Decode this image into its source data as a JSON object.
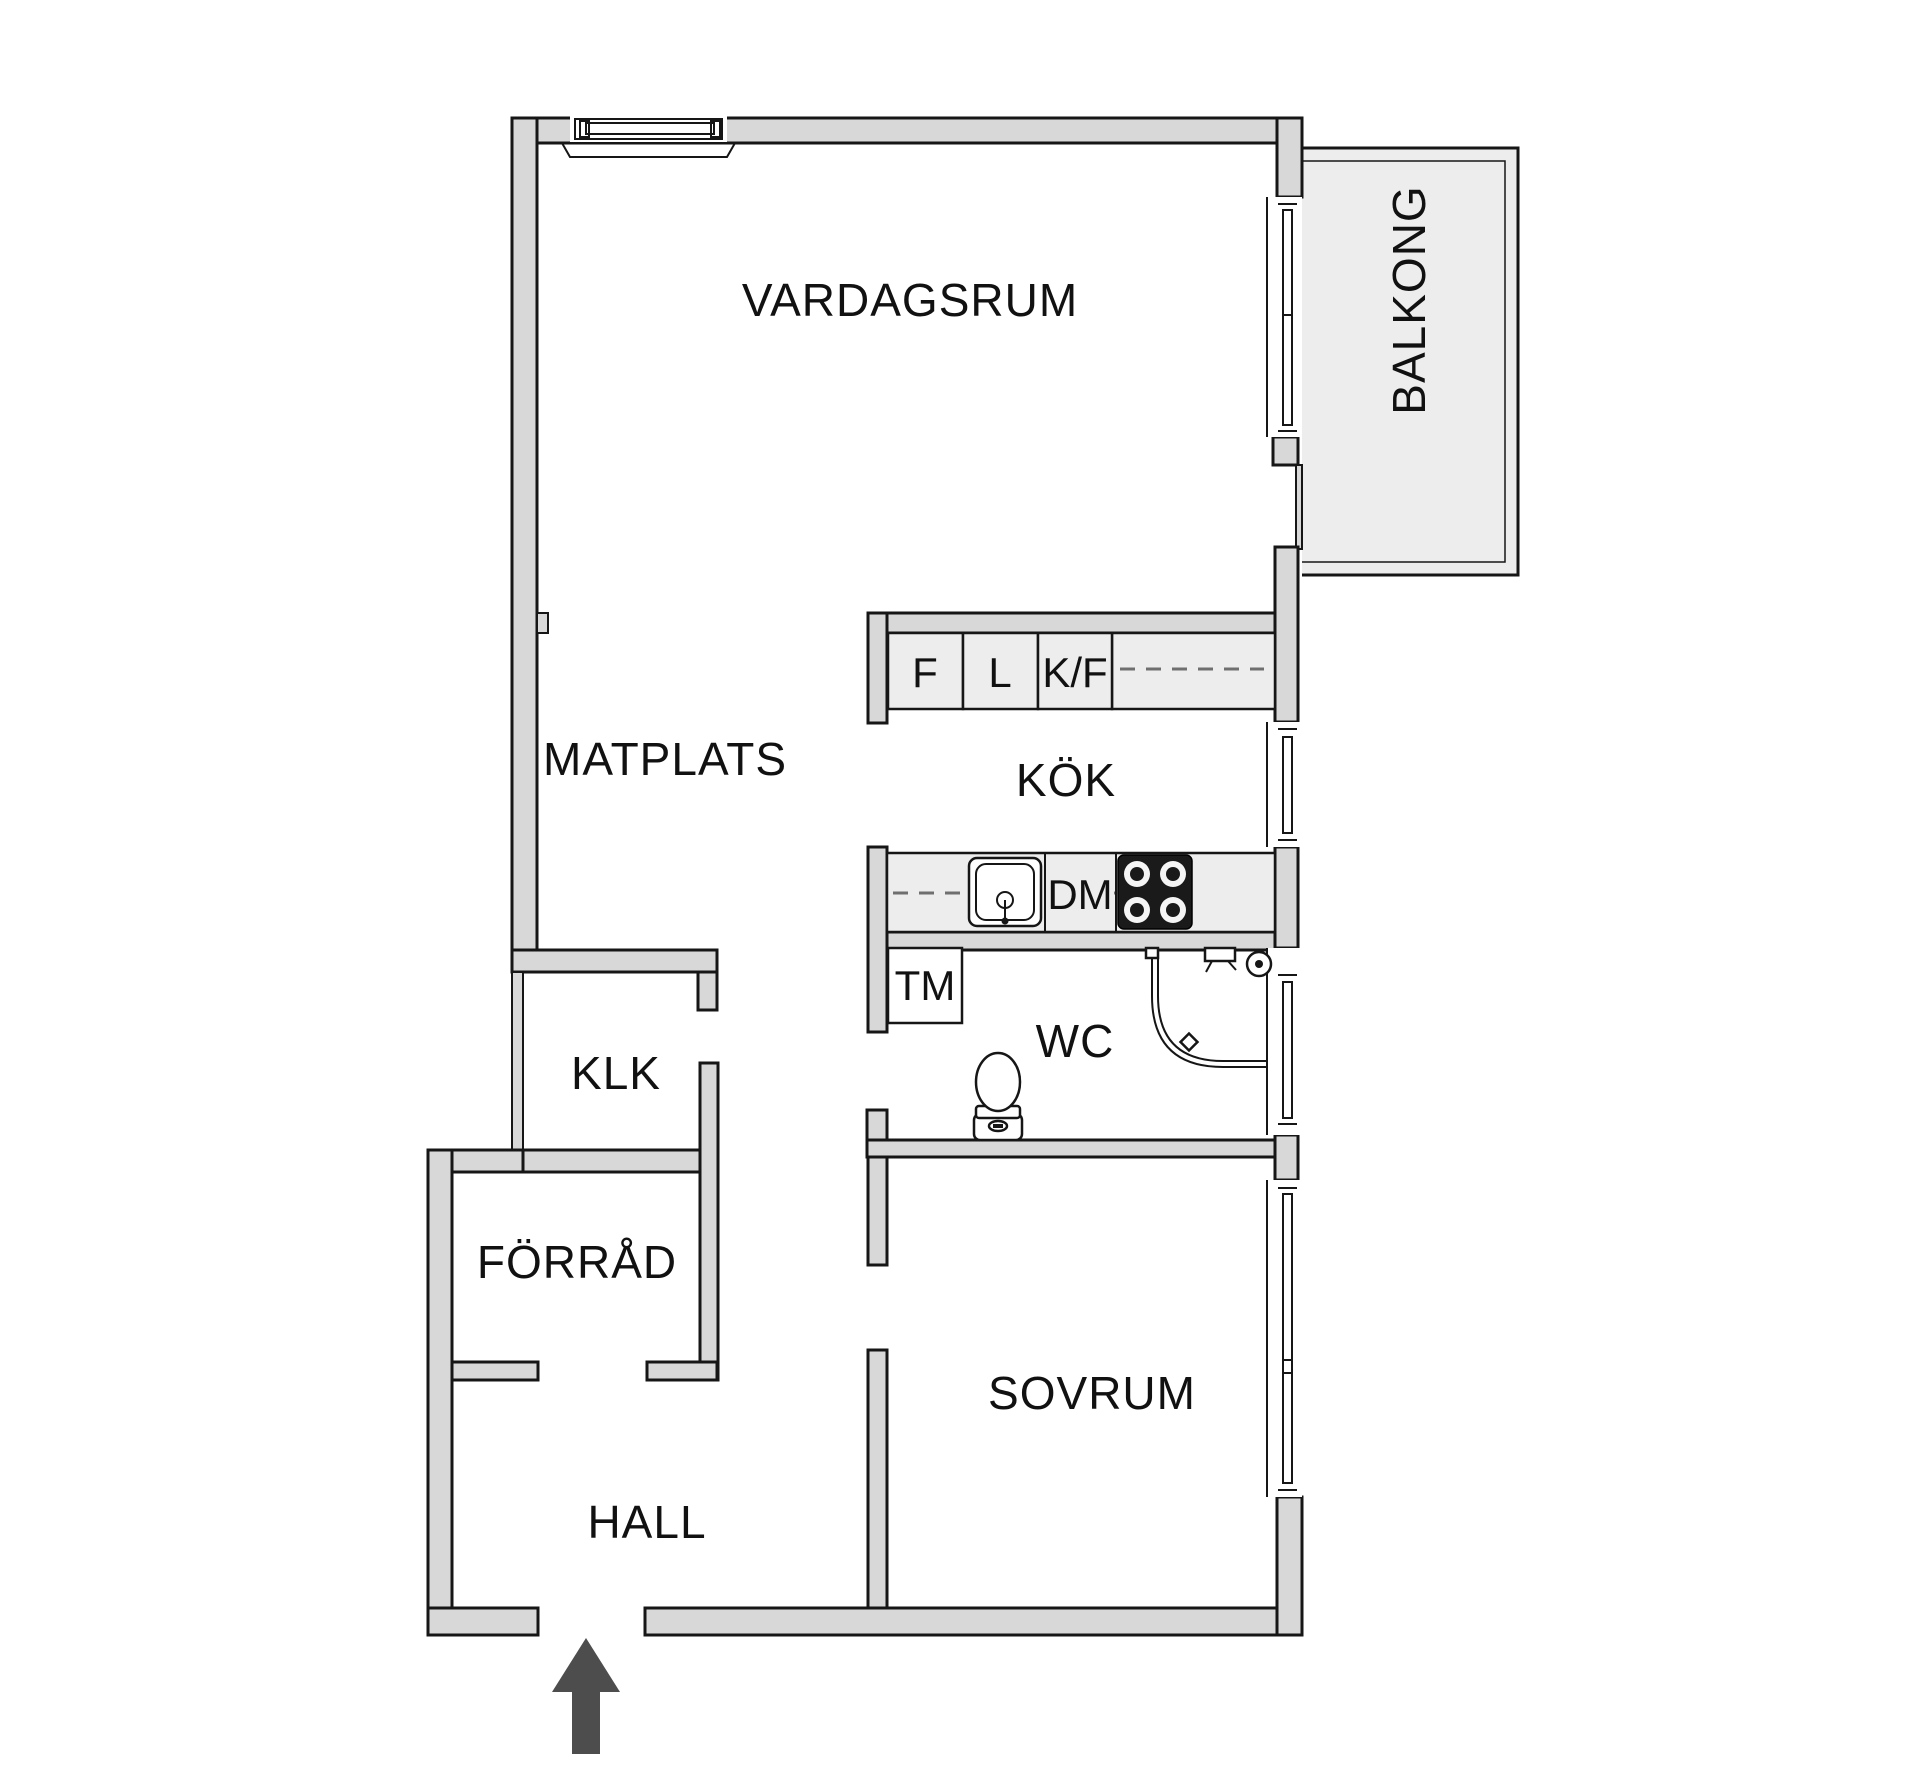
{
  "floorplan": {
    "rooms": {
      "vardagsrum": "VARDAGSRUM",
      "balkong": "BALKONG",
      "matplats": "MATPLATS",
      "kok": "KÖK",
      "wc": "WC",
      "klk": "KLK",
      "forrad": "FÖRRÅD",
      "hall": "HALL",
      "sovrum": "SOVRUM"
    },
    "appliances": {
      "f": "F",
      "l": "L",
      "kf": "K/F",
      "dm": "DM",
      "tm": "TM"
    },
    "colors": {
      "wall_fill": "#d8d8d8",
      "outline": "#161616",
      "counter_fill": "#ededed",
      "balcony_fill": "#ededed",
      "stove": "#1a1a1a",
      "arrow": "#4d4d4d",
      "text": "#111111"
    }
  }
}
